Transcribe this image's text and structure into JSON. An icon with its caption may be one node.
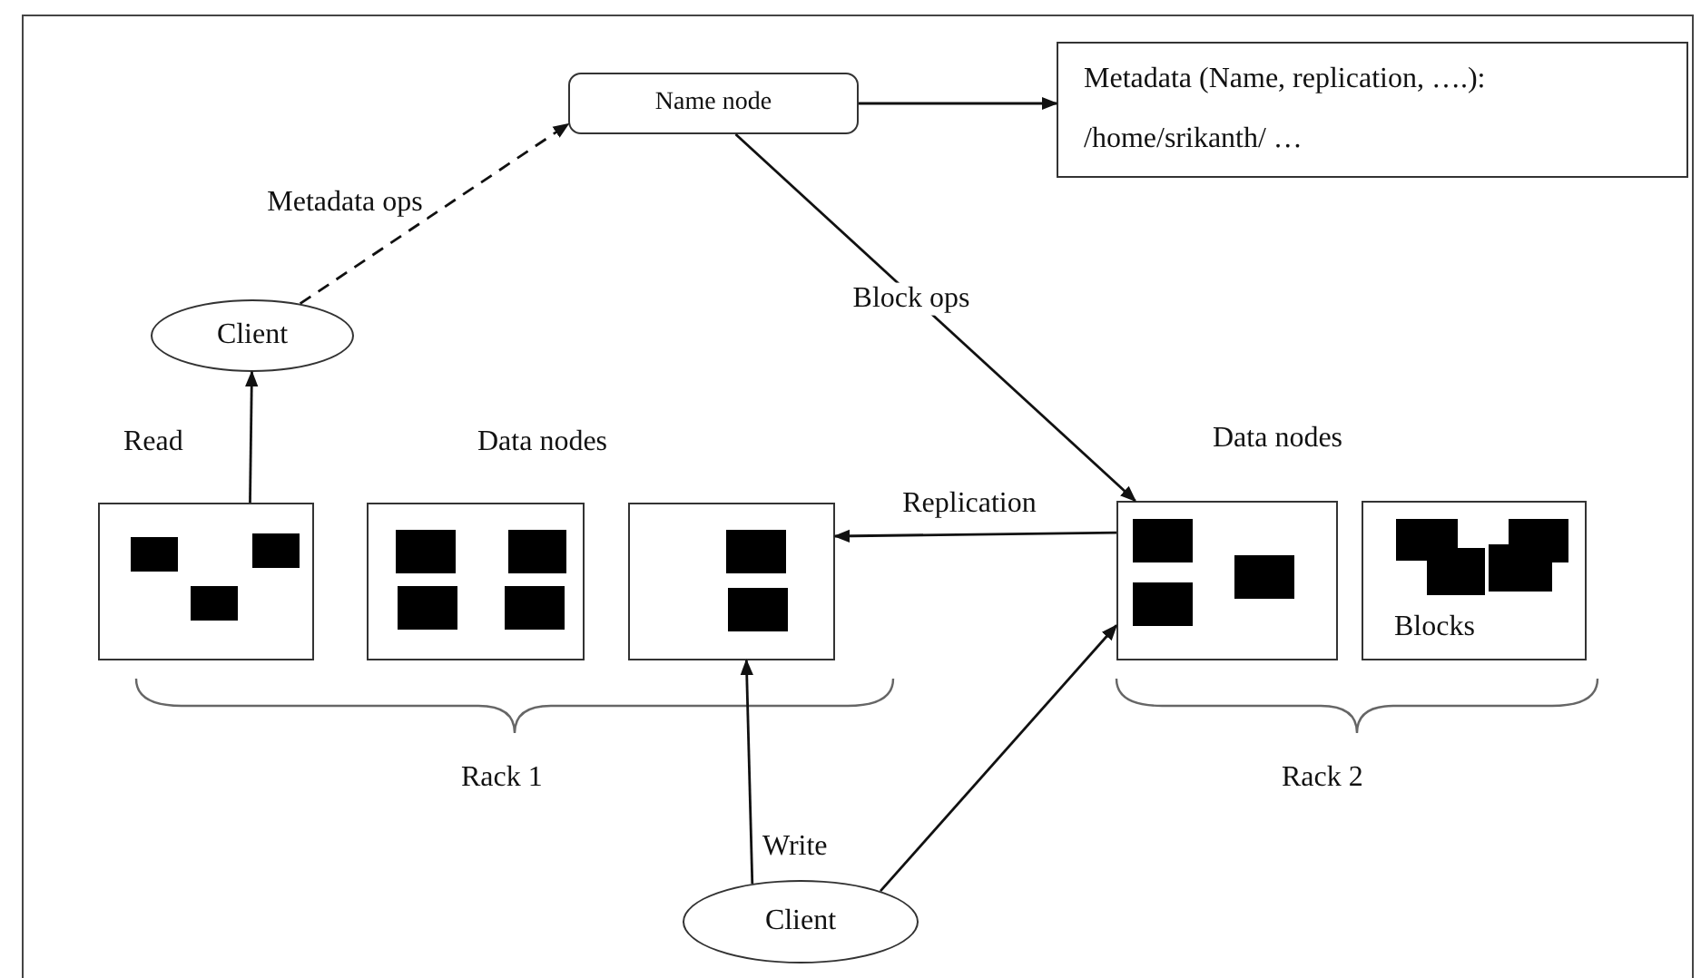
{
  "diagram": {
    "nodes": [
      {
        "text": [
          "Name node"
        ]
      },
      {
        "text": [
          "Metadata (Name, replication, ….):",
          "/home/srikanth/ …"
        ]
      },
      {
        "text": [
          "Client"
        ]
      },
      {
        "text": [],
        "shape": "box"
      },
      {
        "text": [],
        "shape": "box"
      },
      {
        "text": [],
        "shape": "box"
      },
      {
        "text": [],
        "shape": "box"
      },
      {
        "text": [
          "Blocks"
        ]
      },
      {
        "text": [
          "Client"
        ]
      }
    ],
    "edges": [
      {
        "from": 2,
        "to": 0,
        "arrow": "to",
        "label": "Metadata ops",
        "style": "dashed"
      },
      {
        "from": 0,
        "to": 1,
        "arrow": "to"
      },
      {
        "from": 0,
        "to": 6,
        "arrow": "to",
        "label": "Block ops"
      },
      {
        "from": 3,
        "to": 2,
        "arrow": "to"
      },
      {
        "from": 6,
        "to": 5,
        "arrow": "to",
        "label": "Replication"
      },
      {
        "from": 8,
        "to": 5,
        "arrow": "to"
      },
      {
        "from": 8,
        "to": 6,
        "arrow": "to"
      }
    ],
    "labels": [
      "Read",
      "Data nodes",
      "Data nodes",
      "Rack 1",
      "Rack 2",
      "Write"
    ]
  }
}
